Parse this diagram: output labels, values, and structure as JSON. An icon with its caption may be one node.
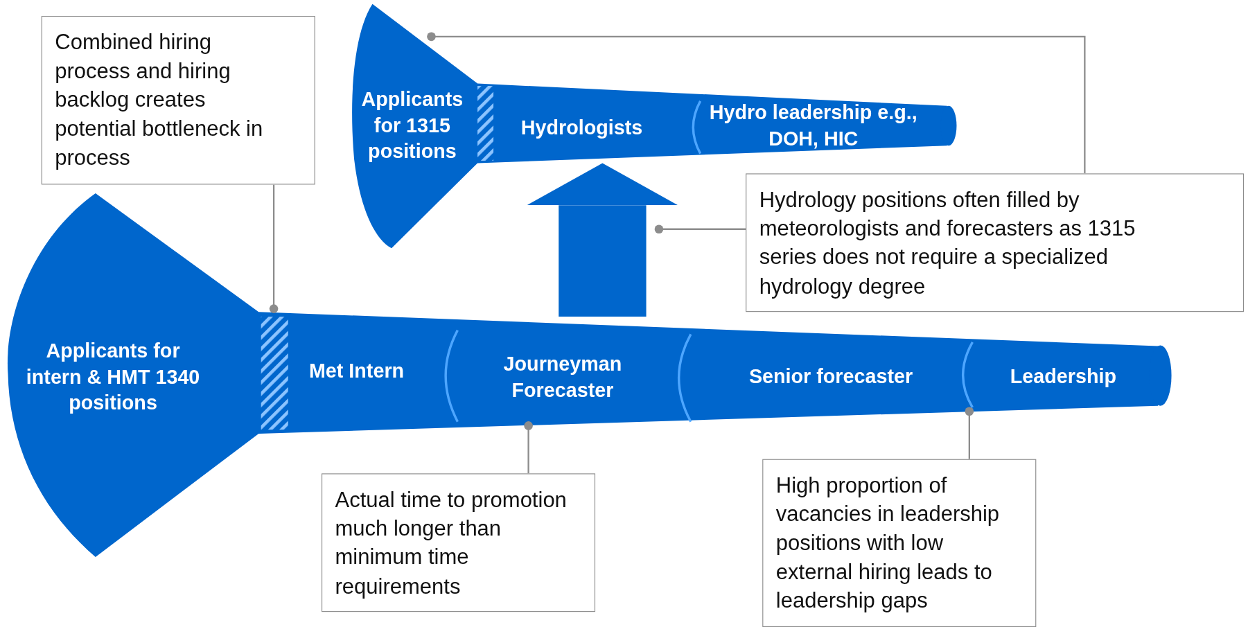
{
  "diagram": {
    "nodes": [
      {
        "text": [
          "Combined hiring process and hiring backlog creates potential bottleneck in process"
        ]
      },
      {
        "text": [
          "Applicants for 1315 positions",
          "Hydrologists",
          "Hydro leadership e.g., DOH, HIC"
        ]
      },
      {
        "text": [
          "Hydrology positions often filled by meteorologists and forecasters as 1315 series does not require a specialized hydrology degree"
        ]
      },
      {
        "text": [
          "Applicants for intern & HMT 1340 positions",
          "Met Intern",
          "Journeyman Forecaster",
          "Senior forecaster",
          "Leadership"
        ]
      },
      {
        "text": [
          "Actual time to promotion much longer than minimum time requirements"
        ]
      },
      {
        "text": [
          "High proportion of vacancies in leadership positions with low external hiring leads to leadership gaps"
        ]
      }
    ],
    "edges": [
      {
        "from": 3,
        "to": 1,
        "arrow": "to",
        "style": "thick",
        "color": "#0066cc"
      },
      {
        "from": 0,
        "to": 3,
        "arrow": "other"
      },
      {
        "from": 2,
        "to": 1,
        "arrow": "other"
      },
      {
        "from": 2,
        "to": null,
        "arrow": "other"
      },
      {
        "from": 4,
        "to": 3,
        "arrow": "other"
      },
      {
        "from": 5,
        "to": 3,
        "arrow": "other"
      }
    ]
  }
}
